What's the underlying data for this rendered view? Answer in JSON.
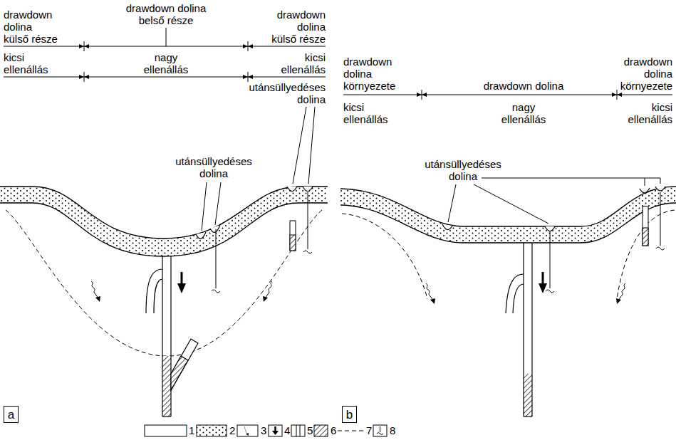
{
  "diagram": {
    "nodes": [
      {
        "text": [
          "a"
        ]
      },
      {
        "text": [
          "b"
        ]
      }
    ],
    "labels": [
      "drawdown dolina belső része",
      "drawdown dolina külső része",
      "drawdown dolina külső része",
      "kicsi ellenállás",
      "nagy ellenállás",
      "kicsi ellenállás",
      "utánsüllyedéses dolina",
      "utánsüllyedéses dolina",
      "drawdown dolina környezete",
      "drawdown dolina",
      "drawdown dolina környezete",
      "kicsi ellenállás",
      "nagy ellenállás",
      "kicsi ellenállás",
      "utánsüllyedéses dolina"
    ],
    "legend": [
      {
        "text": "1"
      },
      {
        "text": "2"
      },
      {
        "text": "3"
      },
      {
        "text": "4"
      },
      {
        "text": "5"
      },
      {
        "text": "6"
      },
      {
        "text": "7"
      },
      {
        "text": "8"
      }
    ]
  }
}
